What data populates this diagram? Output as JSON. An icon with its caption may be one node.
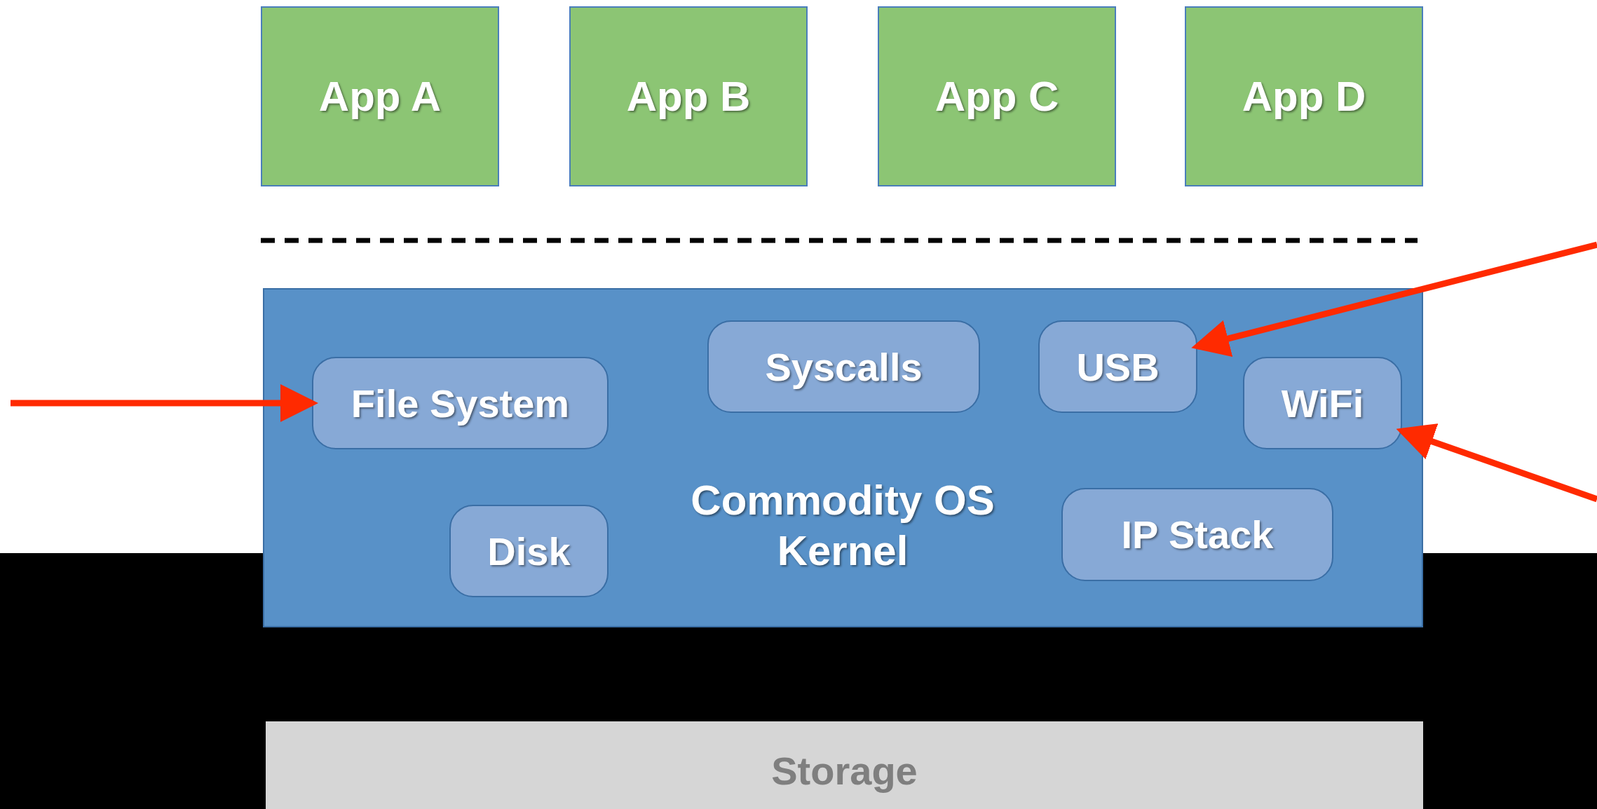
{
  "diagram": {
    "nodes": [
      {
        "text": [
          "App A"
        ]
      },
      {
        "text": [
          "App B"
        ]
      },
      {
        "text": [
          "App C"
        ]
      },
      {
        "text": [
          "App D"
        ]
      },
      {
        "text": [
          "Commodity OS Kernel"
        ]
      },
      {
        "text": [
          "Syscalls"
        ],
        "in": 4
      },
      {
        "text": [
          "USB"
        ],
        "in": 4
      },
      {
        "text": [
          "File System"
        ],
        "in": 4
      },
      {
        "text": [
          "WiFi"
        ],
        "in": 4
      },
      {
        "text": [
          "Disk"
        ],
        "in": 4
      },
      {
        "text": [
          "IP Stack"
        ],
        "in": 4
      },
      {
        "text": [
          "Storage"
        ]
      }
    ],
    "edges": [
      {
        "from": null,
        "to": 7,
        "arrow": "to"
      },
      {
        "from": null,
        "to": 6,
        "arrow": "to"
      },
      {
        "from": null,
        "to": 8,
        "arrow": "to"
      }
    ]
  }
}
